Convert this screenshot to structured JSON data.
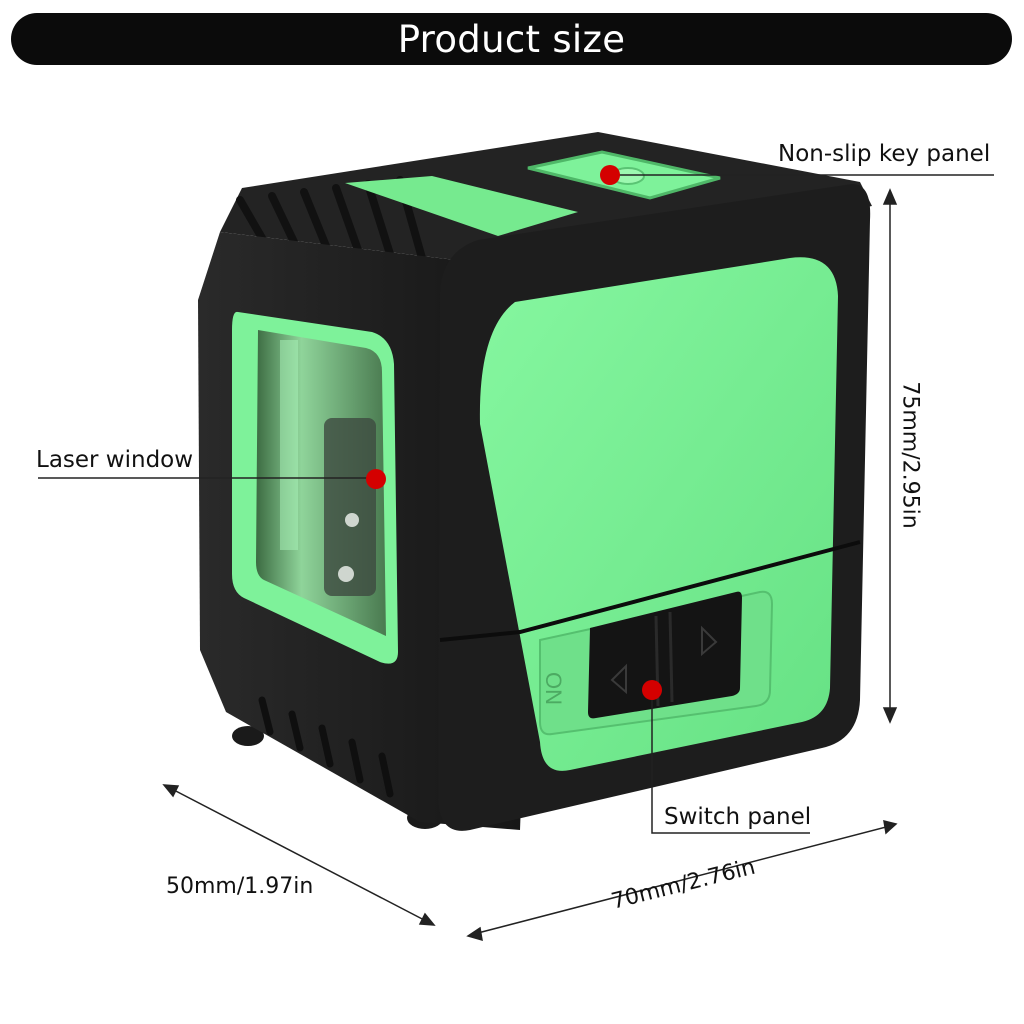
{
  "title": "Product size",
  "callouts": {
    "key_panel": "Non-slip key panel",
    "laser_window": "Laser window",
    "switch_panel": "Switch panel"
  },
  "dimensions": {
    "height": "75mm/2.95in",
    "depth": "50mm/1.97in",
    "width": "70mm/2.76in"
  },
  "switch_text": "ON",
  "colors": {
    "body": "#1c1c1c",
    "accent_green": "#7ef29a",
    "marker_red": "#d40000",
    "title_bar": "#0b0b0b"
  }
}
